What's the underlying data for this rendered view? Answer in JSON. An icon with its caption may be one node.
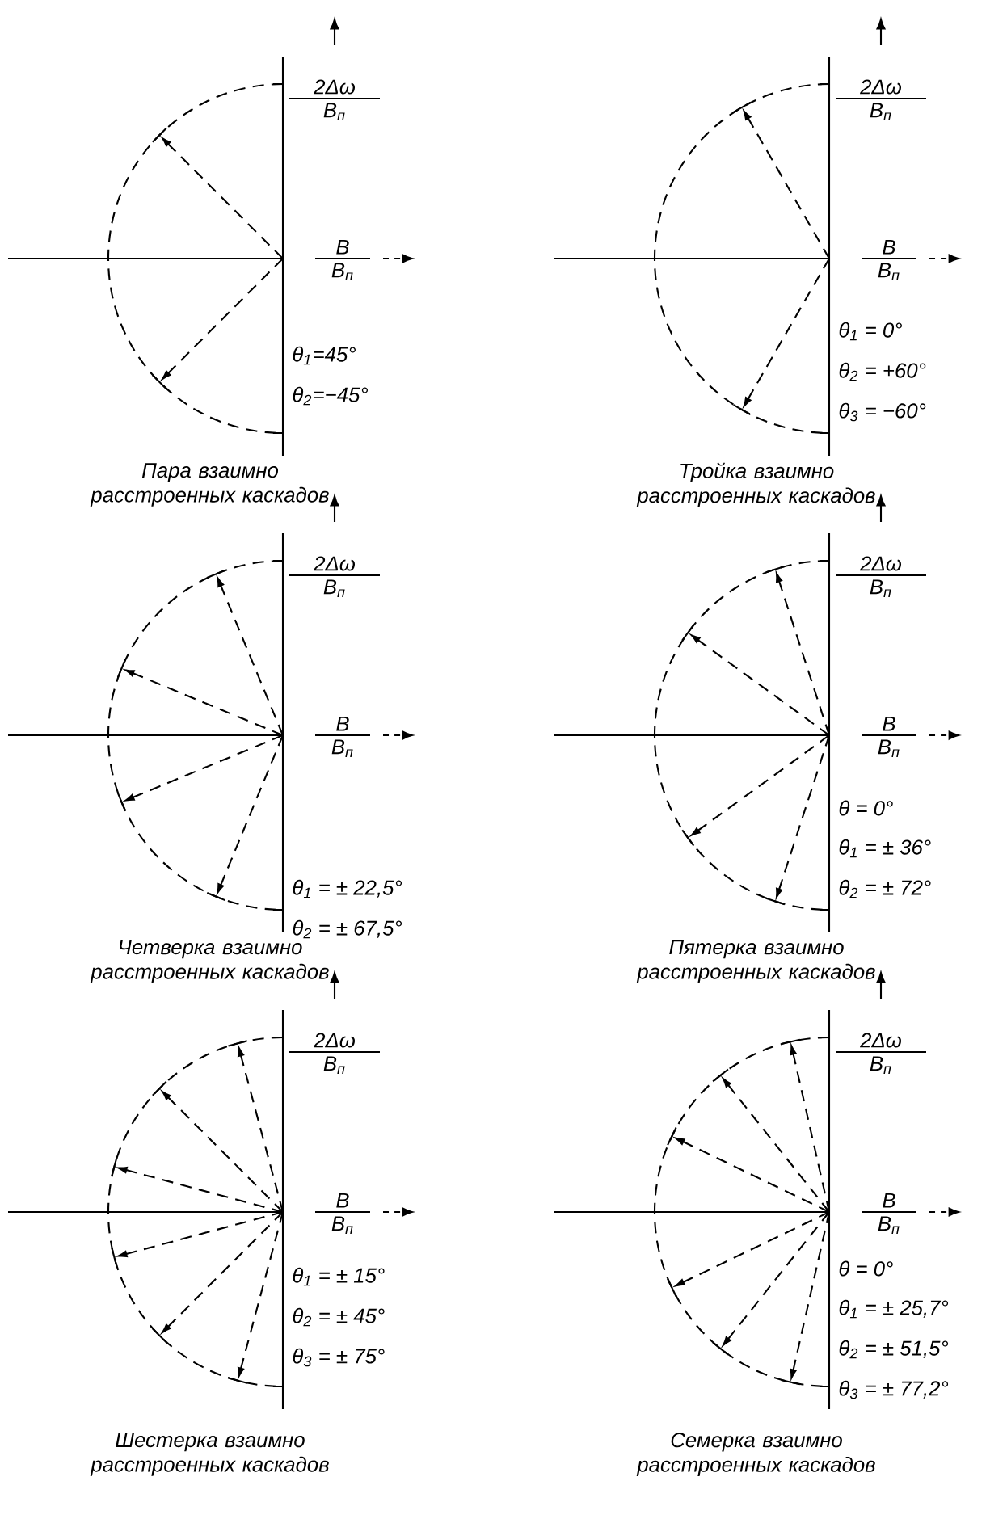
{
  "diagram": {
    "labels": [
      "2Δω",
      "B$_{п}$",
      "B",
      "B$_{п}$",
      "θ$_{1}$=45°",
      "θ$_{2}$=−45°",
      "Пара взаимно расстроенных каскадов",
      "2Δω",
      "B$_{п}$",
      "B",
      "B$_{п}$",
      "θ$_{1}$ = 0°",
      "θ$_{2}$ = +60°",
      "θ$_{3}$ = −60°",
      "Тройка взаимно расстроенных каскадов",
      "2Δω",
      "B$_{п}$",
      "B",
      "B$_{п}$",
      "θ$_{1}$ = ± 22,5°",
      "θ$_{2}$ = ± 67,5°",
      "Четверка взаимно расстроенных каскадов",
      "2Δω",
      "B$_{п}$",
      "B",
      "B$_{п}$",
      "θ = 0°",
      "θ$_{1}$ = ± 36°",
      "θ$_{2}$ = ± 72°",
      "Пятерка взаимно расстроенных каскадов",
      "2Δω",
      "B$_{п}$",
      "B",
      "B$_{п}$",
      "θ$_{1}$ = ± 15°",
      "θ$_{2}$ = ± 45°",
      "θ$_{3}$ = ± 75°",
      "Шестерка взаимно расстроенных каскадов",
      "2Δω",
      "B$_{п}$",
      "B",
      "B$_{п}$",
      "θ = 0°",
      "θ$_{1}$ = ± 25,7°",
      "θ$_{2}$ = ± 51,5°",
      "θ$_{3}$ = ± 77,2°",
      "Семерка взаимно расстроенных каскадов"
    ]
  }
}
